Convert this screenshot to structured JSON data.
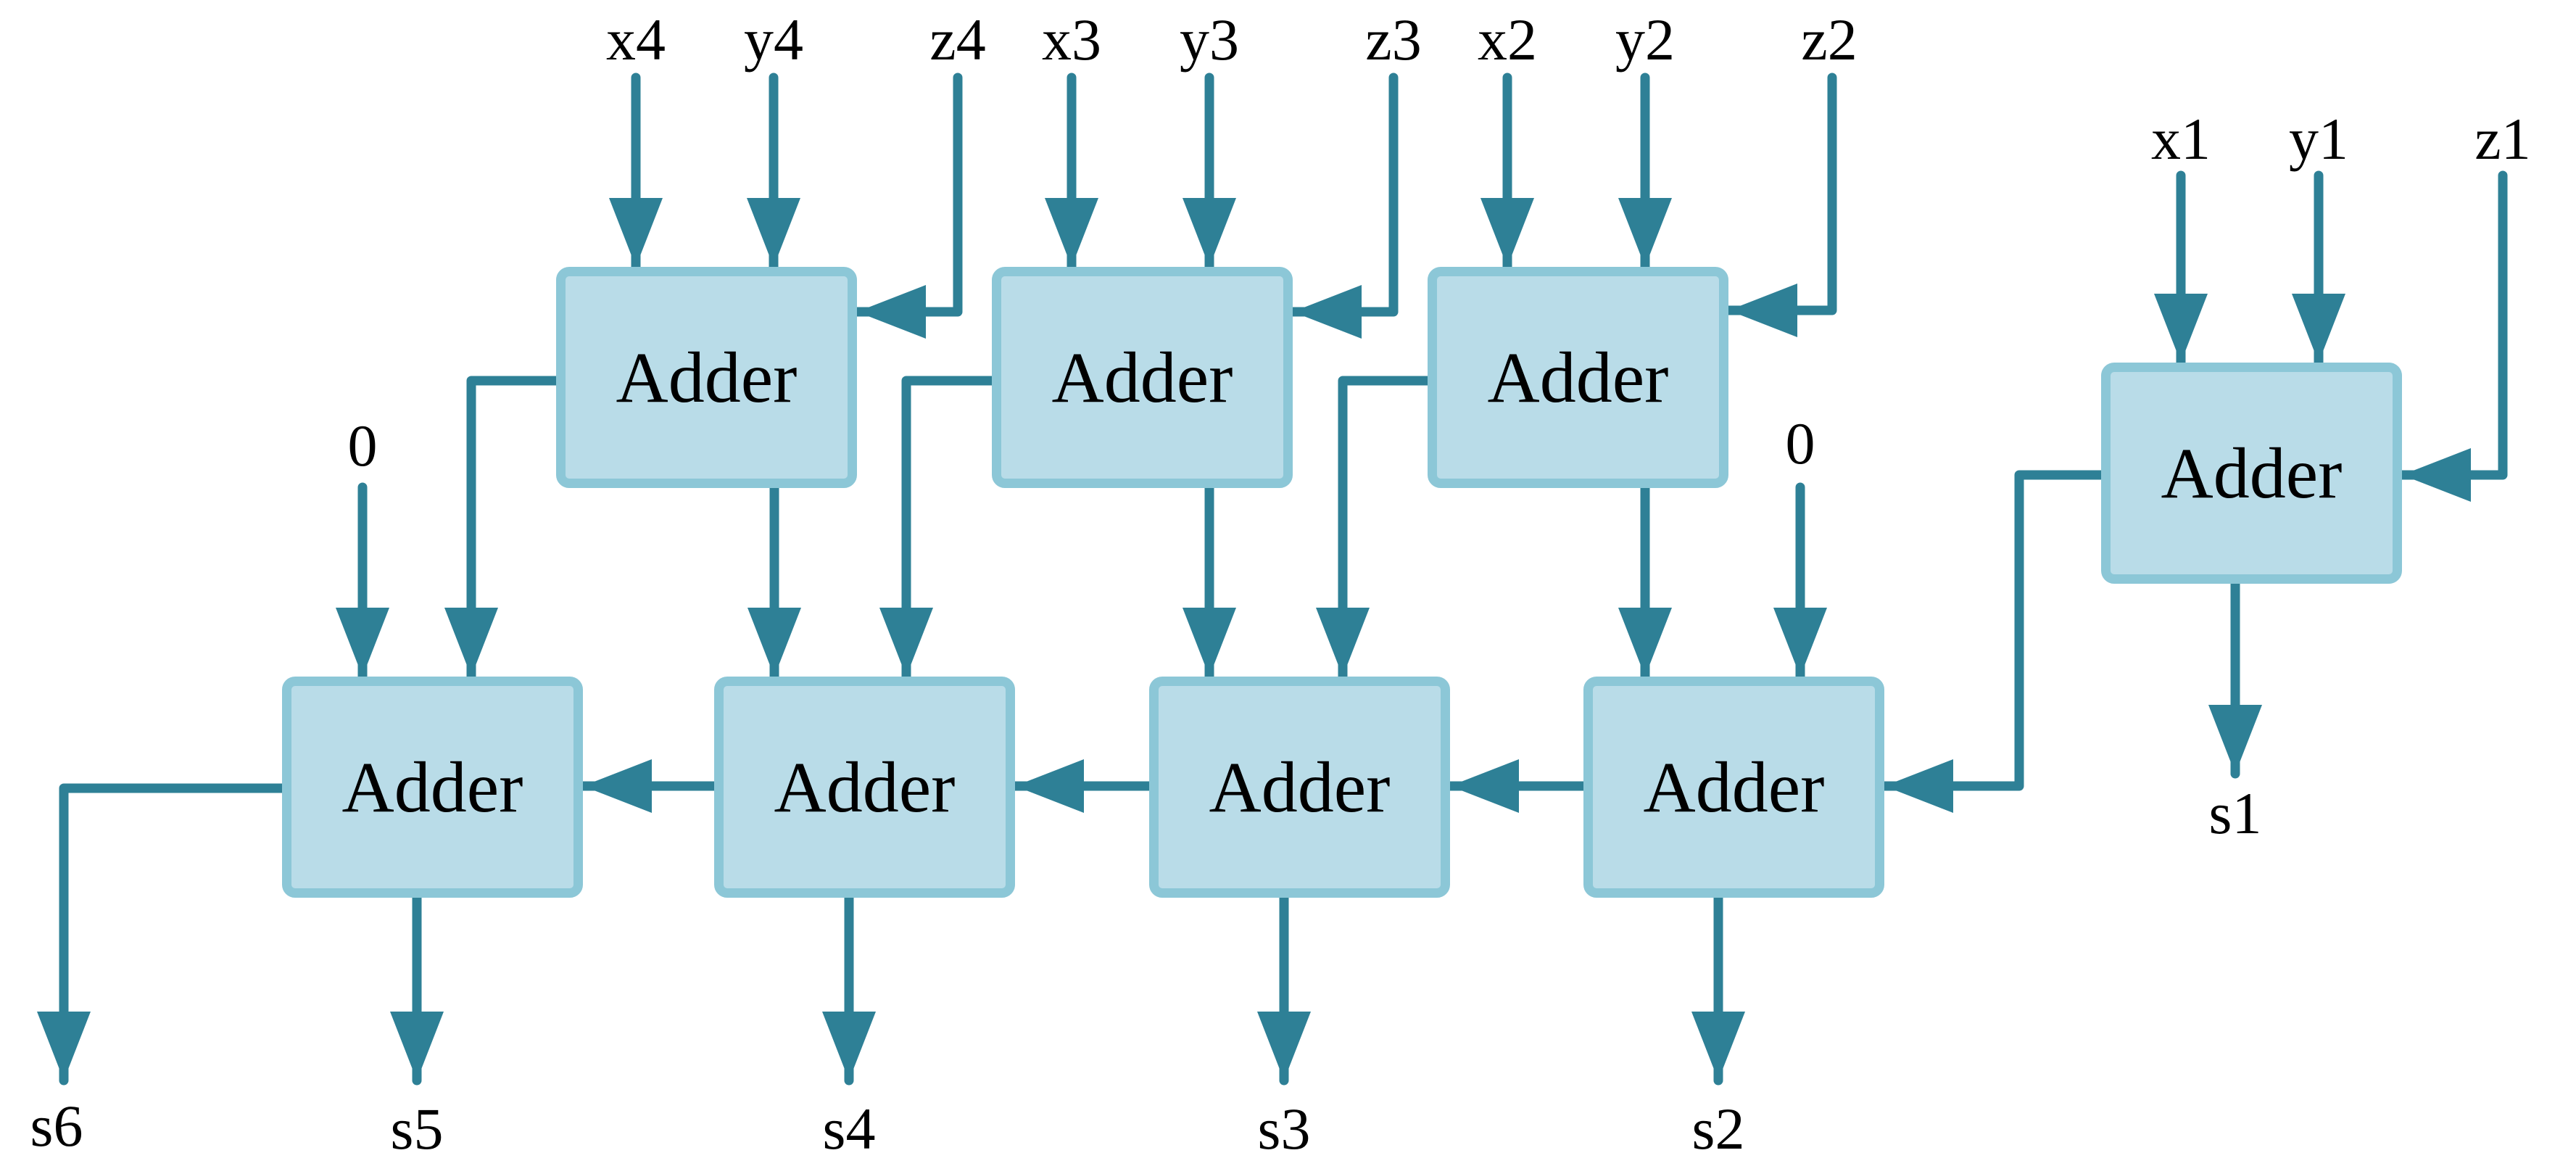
{
  "diagram": {
    "type": "carry-save-adder-array",
    "colors": {
      "wire": "#2e8096",
      "box_fill": "#b9dce8",
      "box_border": "#8cc7d7",
      "text": "#000000",
      "background": "#ffffff"
    },
    "adders": [
      {
        "id": "adder-top-x4y4z4",
        "label": "Adder"
      },
      {
        "id": "adder-top-x3y3z3",
        "label": "Adder"
      },
      {
        "id": "adder-top-x2y2z2",
        "label": "Adder"
      },
      {
        "id": "adder-right-x1y1z1",
        "label": "Adder"
      },
      {
        "id": "adder-bottom-s5",
        "label": "Adder"
      },
      {
        "id": "adder-bottom-s4",
        "label": "Adder"
      },
      {
        "id": "adder-bottom-s3",
        "label": "Adder"
      },
      {
        "id": "adder-bottom-s2",
        "label": "Adder"
      }
    ],
    "signals": {
      "top_inputs": [
        "x4",
        "y4",
        "z4",
        "x3",
        "y3",
        "z3",
        "x2",
        "y2",
        "z2",
        "x1",
        "y1",
        "z1"
      ],
      "zero_inputs": [
        "0",
        "0"
      ],
      "sum_outputs": [
        "s1",
        "s2",
        "s3",
        "s4",
        "s5",
        "s6"
      ]
    }
  }
}
